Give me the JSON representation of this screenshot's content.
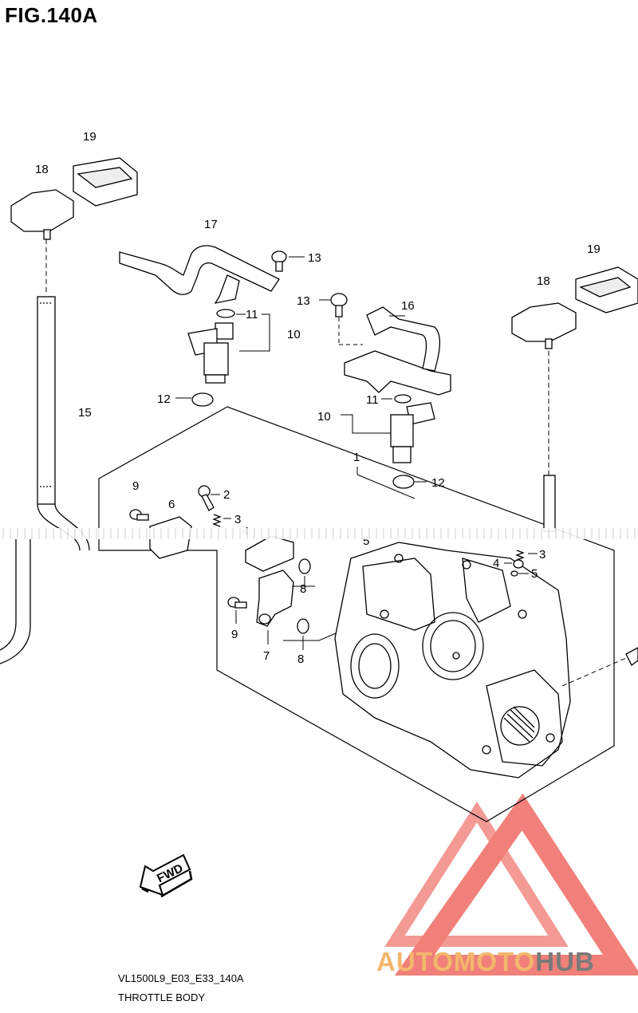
{
  "figure": {
    "title": "FIG.140A",
    "model_code": "VL1500L9_E03_E33_140A",
    "name": "THROTTLE BODY",
    "fwd_label": "FWD"
  },
  "callouts": [
    {
      "id": "c19a",
      "text": "19"
    },
    {
      "id": "c18a",
      "text": "18"
    },
    {
      "id": "c17",
      "text": "17"
    },
    {
      "id": "c13a",
      "text": "13"
    },
    {
      "id": "c13b",
      "text": "13"
    },
    {
      "id": "c16",
      "text": "16"
    },
    {
      "id": "c19b",
      "text": "19"
    },
    {
      "id": "c18b",
      "text": "18"
    },
    {
      "id": "c11a",
      "text": "11"
    },
    {
      "id": "c10a",
      "text": "10"
    },
    {
      "id": "c12a",
      "text": "12"
    },
    {
      "id": "c15",
      "text": "15"
    },
    {
      "id": "c11b",
      "text": "11"
    },
    {
      "id": "c10b",
      "text": "10"
    },
    {
      "id": "c1",
      "text": "1"
    },
    {
      "id": "c12b",
      "text": "12"
    },
    {
      "id": "c9a",
      "text": "9"
    },
    {
      "id": "c2",
      "text": "2"
    },
    {
      "id": "c6",
      "text": "6"
    },
    {
      "id": "c3a",
      "text": "3"
    },
    {
      "id": "c4a",
      "text": "4"
    },
    {
      "id": "c5a",
      "text": "5"
    },
    {
      "id": "c8a",
      "text": "8"
    },
    {
      "id": "c9b",
      "text": "9"
    },
    {
      "id": "c7",
      "text": "7"
    },
    {
      "id": "c8b",
      "text": "8"
    },
    {
      "id": "c3b",
      "text": "3"
    },
    {
      "id": "c4b",
      "text": "4"
    },
    {
      "id": "c5b",
      "text": "5"
    }
  ],
  "watermark": {
    "part1": "AUTO",
    "part2": "MOTO",
    "part3": "HUB",
    "logo_color": "#ee6b62",
    "text_color": "#f3b76c",
    "hub_color": "#7a7a7a"
  }
}
